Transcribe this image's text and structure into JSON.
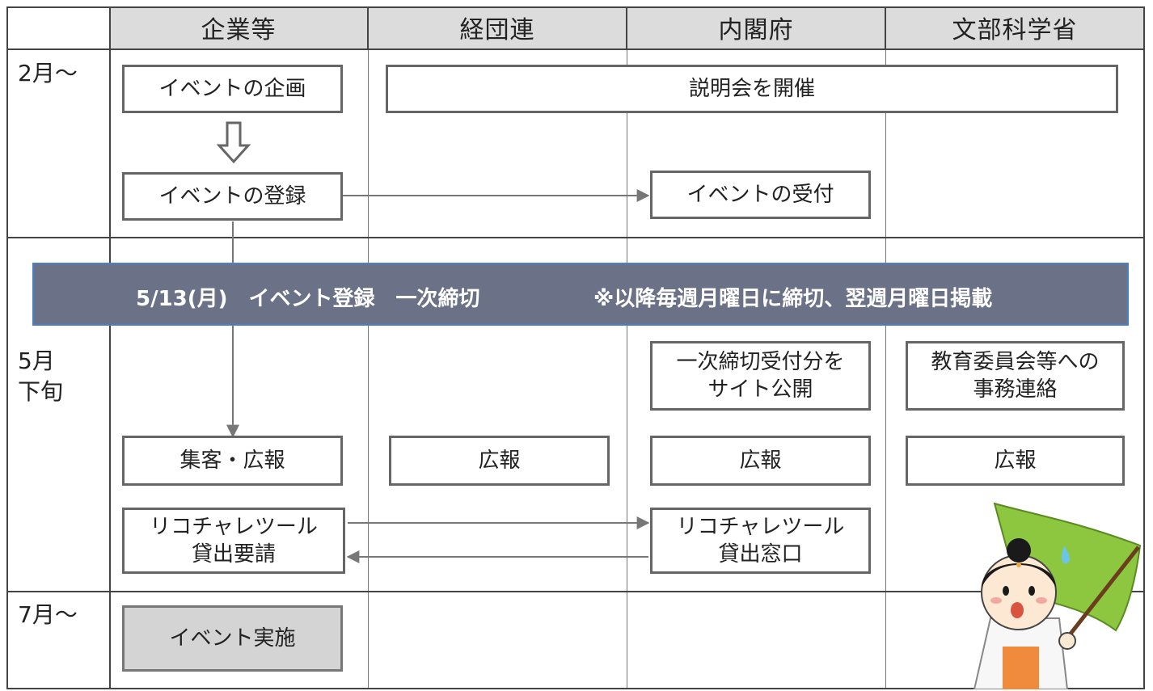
{
  "columns": [
    "企業等",
    "経団連",
    "内閣府",
    "文部科学省"
  ],
  "periods": [
    "2月～",
    "5月\n下旬",
    "7月～"
  ],
  "boxes": {
    "event_plan": "イベントの企画",
    "event_register": "イベントの登録",
    "briefing": "説明会を開催",
    "event_reception": "イベントの受付",
    "site_publish": "一次締切受付分を\nサイト公開",
    "board_liaison": "教育委員会等への\n事務連絡",
    "pr_company": "集客・広報",
    "pr_keidanren": "広報",
    "pr_cabinet": "広報",
    "pr_mext": "広報",
    "tool_request": "リコチャレツール\n貸出要請",
    "tool_window": "リコチャレツール\n貸出窓口",
    "event_held": "イベント実施"
  },
  "banner": {
    "deadline": "5/13(月)　イベント登録　一次締切",
    "note": "※以降毎週月曜日に締切、翌週月曜日掲載"
  },
  "colors": {
    "banner_fill": "#6b7287",
    "banner_border": "#4a80c8",
    "header_fill": "#dcdcdc",
    "mascot_flag": "#8dc63f"
  },
  "icons": {
    "down_arrow": "hollow-down-arrow",
    "mascot": "flag-mascot-illustration"
  }
}
